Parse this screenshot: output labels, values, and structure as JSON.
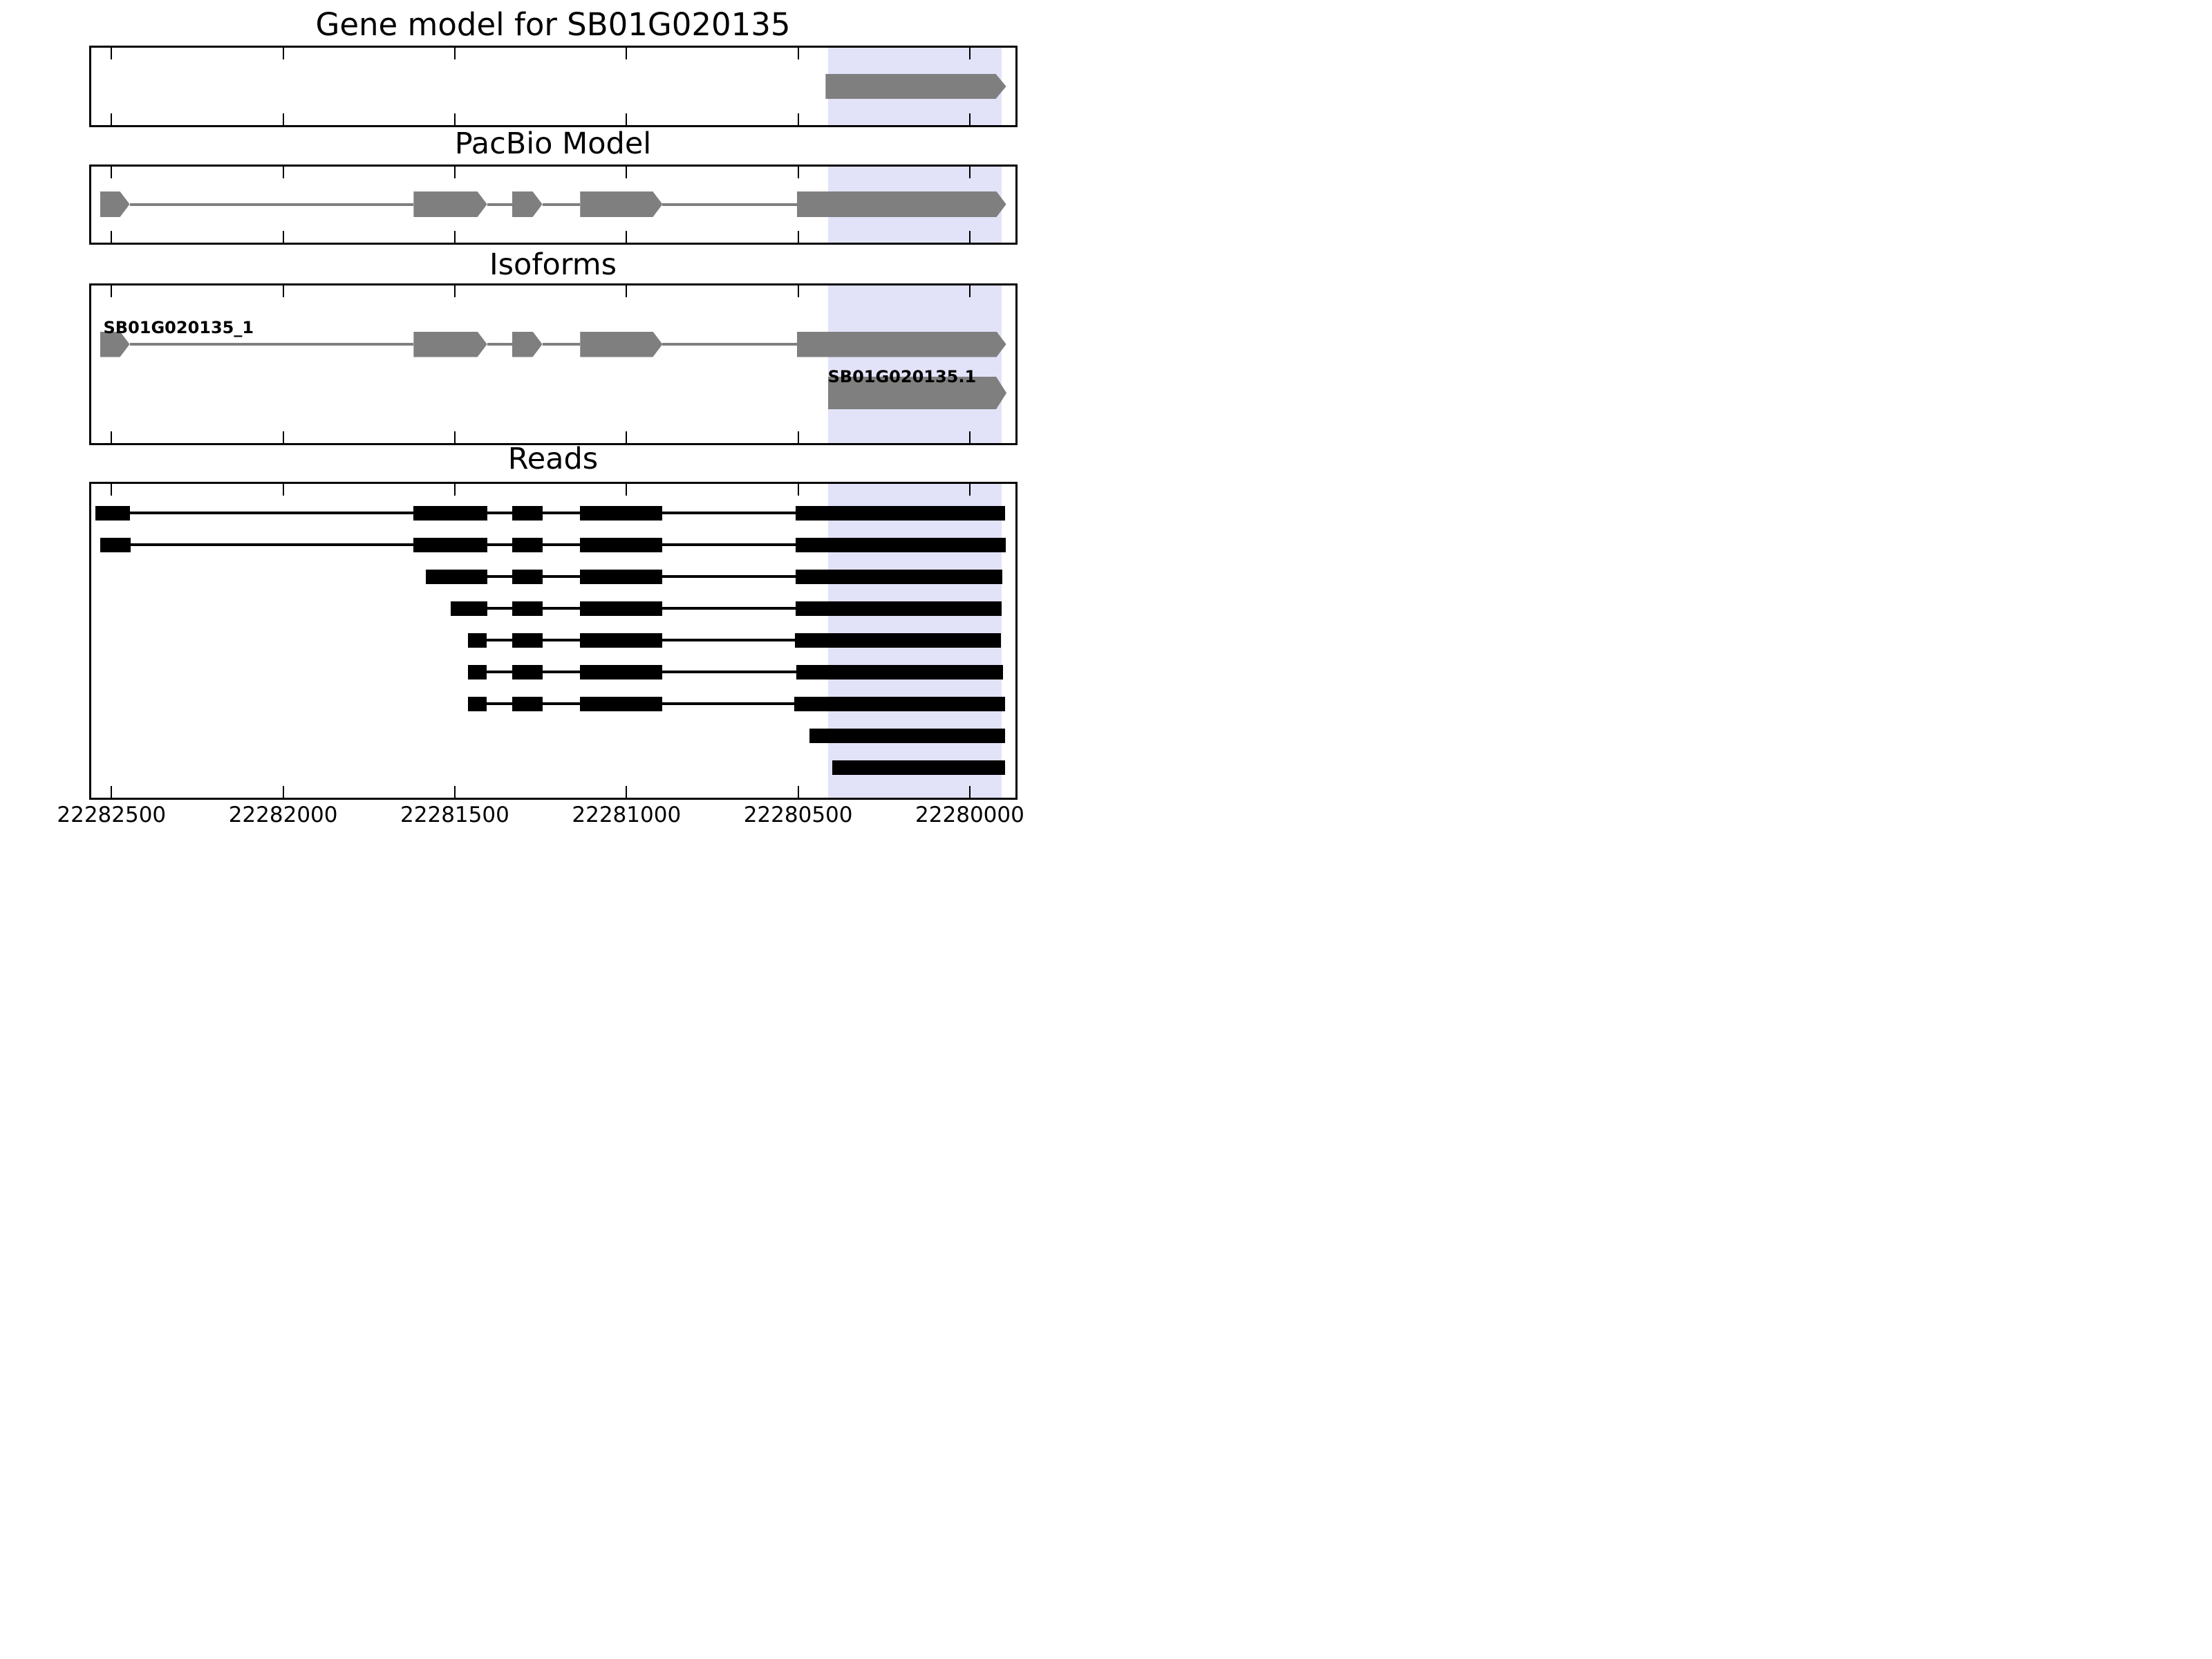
{
  "chart_data": {
    "type": "gene-model-tracks",
    "title": "Gene model for SB01G020135",
    "x_axis": {
      "units": "bp (genomic position)",
      "inverted": true,
      "xlim": [
        22282566,
        22279862
      ],
      "ticks": [
        22282500,
        22282000,
        22281500,
        22281000,
        22280500,
        22280000
      ],
      "tick_labels": [
        "22282500",
        "22282000",
        "22281500",
        "22281000",
        "22280500",
        "22280000"
      ]
    },
    "highlight_region": {
      "start": 22280413,
      "end": 22279908
    },
    "colors": {
      "feature_gray": "#7f7f7f",
      "read_black": "#000000",
      "highlight": "#e2e2f8",
      "axis": "#000000"
    },
    "tracks": [
      {
        "id": "gene_model",
        "title": "Gene model for SB01G020135",
        "features": [
          {
            "type": "arrow",
            "start": 22280420,
            "end": 22279894
          }
        ]
      },
      {
        "id": "pacbio_model",
        "title": "PacBio Model",
        "exons": [
          [
            22282533,
            22282447
          ],
          [
            22281620,
            22281406
          ],
          [
            22281333,
            22281245
          ],
          [
            22281135,
            22280895
          ],
          [
            22280504,
            22279894
          ]
        ]
      },
      {
        "id": "isoforms",
        "title": "Isoforms",
        "isoforms": [
          {
            "label": "SB01G020135_1",
            "exons": [
              [
                22282533,
                22282447
              ],
              [
                22281620,
                22281406
              ],
              [
                22281333,
                22281245
              ],
              [
                22281135,
                22280895
              ],
              [
                22280504,
                22279894
              ]
            ]
          },
          {
            "label": "SB01G020135.1",
            "exons": [
              [
                22280413,
                22279893
              ]
            ]
          }
        ]
      },
      {
        "id": "reads",
        "title": "Reads",
        "reads": [
          {
            "blocks": [
              [
                22282547,
                22282447
              ],
              [
                22281620,
                22281406
              ],
              [
                22281333,
                22281245
              ],
              [
                22281135,
                22280895
              ],
              [
                22280508,
                22279897
              ]
            ]
          },
          {
            "blocks": [
              [
                22282532,
                22282445
              ],
              [
                22281620,
                22281406
              ],
              [
                22281333,
                22281245
              ],
              [
                22281135,
                22280895
              ],
              [
                22280508,
                22279896
              ]
            ]
          },
          {
            "blocks": [
              [
                22281584,
                22281406
              ],
              [
                22281333,
                22281245
              ],
              [
                22281135,
                22280895
              ],
              [
                22280508,
                22279905
              ]
            ]
          },
          {
            "blocks": [
              [
                22281511,
                22281406
              ],
              [
                22281333,
                22281245
              ],
              [
                22281135,
                22280895
              ],
              [
                22280508,
                22279907
              ]
            ]
          },
          {
            "blocks": [
              [
                22281461,
                22281408
              ],
              [
                22281333,
                22281245
              ],
              [
                22281135,
                22280895
              ],
              [
                22280510,
                22279909
              ]
            ]
          },
          {
            "blocks": [
              [
                22281461,
                22281408
              ],
              [
                22281333,
                22281245
              ],
              [
                22281135,
                22280895
              ],
              [
                22280506,
                22279903
              ]
            ]
          },
          {
            "blocks": [
              [
                22281461,
                22281408
              ],
              [
                22281333,
                22281245
              ],
              [
                22281135,
                22280895
              ],
              [
                22280511,
                22279897
              ]
            ]
          },
          {
            "blocks": [
              [
                22280467,
                22279898
              ]
            ]
          },
          {
            "blocks": [
              [
                22280400,
                22279898
              ]
            ]
          }
        ]
      }
    ]
  }
}
